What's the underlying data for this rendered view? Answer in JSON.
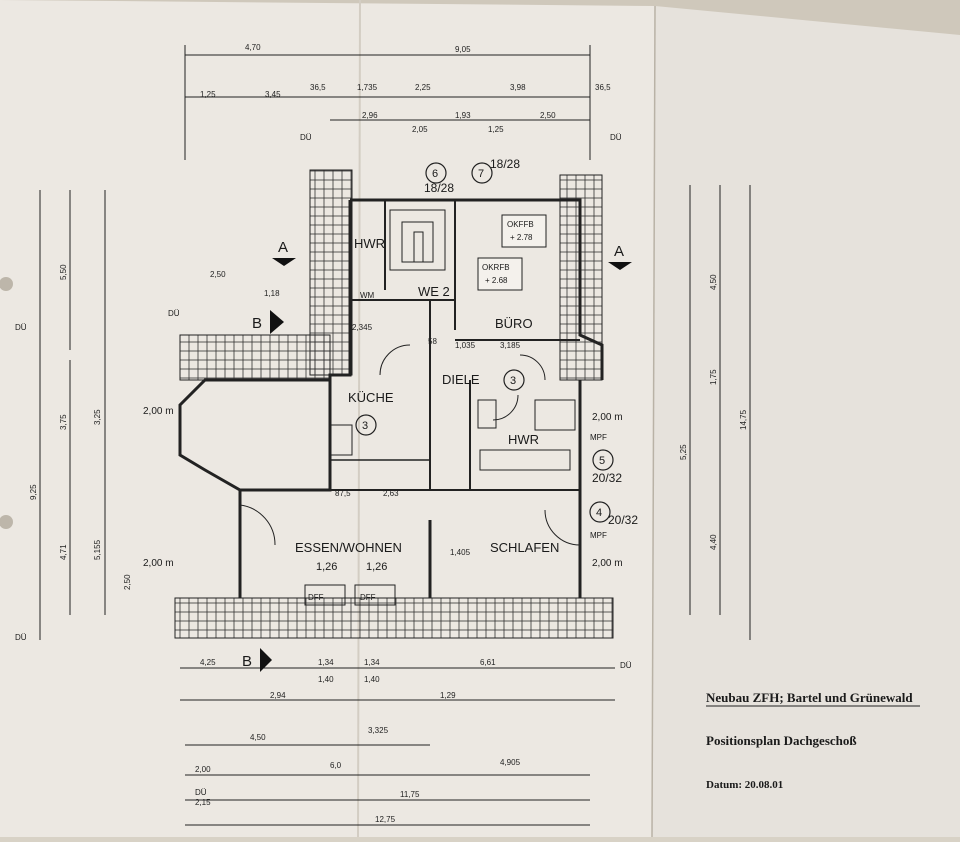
{
  "rooms": {
    "hwr_top": "HWR",
    "we2": "WE 2",
    "buro": "BÜRO",
    "diele": "DIELE",
    "kuche": "KÜCHE",
    "hwr_mid": "HWR",
    "essen": "ESSEN/WOHNEN",
    "schlafen": "SCHLAFEN"
  },
  "labels": {
    "okffb": "OKFFB",
    "okffb_val": "+ 2.78",
    "okrfb": "OKRFB",
    "okrfb_val": "+ 2.68",
    "section_a": "A",
    "section_b": "B",
    "du": "DÜ",
    "dff": "DFF",
    "mpf": "MPF",
    "wm": "WM",
    "h200": "2,00 m",
    "pos6": "6",
    "pos7": "7",
    "pos3": "3",
    "pos5": "5",
    "pos4": "4",
    "pos_1828a": "18/28",
    "pos_1828b": "18/28",
    "pos_2032a": "20/32",
    "pos_2032b": "20/32",
    "h126a": "1,26",
    "h126b": "1,26"
  },
  "dims_top": {
    "d470": "4,70",
    "d905": "9,05",
    "d365a": "36,5",
    "d1735": "1,735",
    "d225": "2,25",
    "d398": "3,98",
    "d125a": "1,25",
    "d345": "3,45",
    "d296": "2,96",
    "d193": "1,93",
    "d250a": "2,50",
    "d205": "2,05",
    "d125b": "1,25",
    "d250b": "2,50",
    "d118": "1,18",
    "d2345": "2,345",
    "d58": "58",
    "d1035": "1,035",
    "d3185": "3,185",
    "d263": "2,63",
    "d1405": "1,405",
    "d875": "87,5"
  },
  "dims_bottom": {
    "d425": "4,25",
    "d134a": "1,34",
    "d134b": "1,34",
    "d661": "6,61",
    "d140a": "1,40",
    "d140b": "1,40",
    "d294": "2,94",
    "d129": "1,29",
    "d450": "4,50",
    "d3325": "3,325",
    "d60": "6,0",
    "d4905": "4,905",
    "d200": "2,00",
    "d215": "2,15",
    "d1175": "11,75",
    "d1275": "12,75"
  },
  "dims_side": {
    "d550": "5,50",
    "d375": "3,75",
    "d325": "3,25",
    "d925": "9,25",
    "d471": "4,71",
    "d5155": "5,155",
    "d250": "2,50",
    "d1475": "14,75",
    "d450": "4,50",
    "d525": "5,25",
    "d440": "4,40",
    "d175": "1,75"
  },
  "title_block": {
    "project": "Neubau ZFH; Bartel und Grünewald",
    "plan": "Positionsplan Dachgeschoß",
    "date": "Datum: 20.08.01"
  }
}
